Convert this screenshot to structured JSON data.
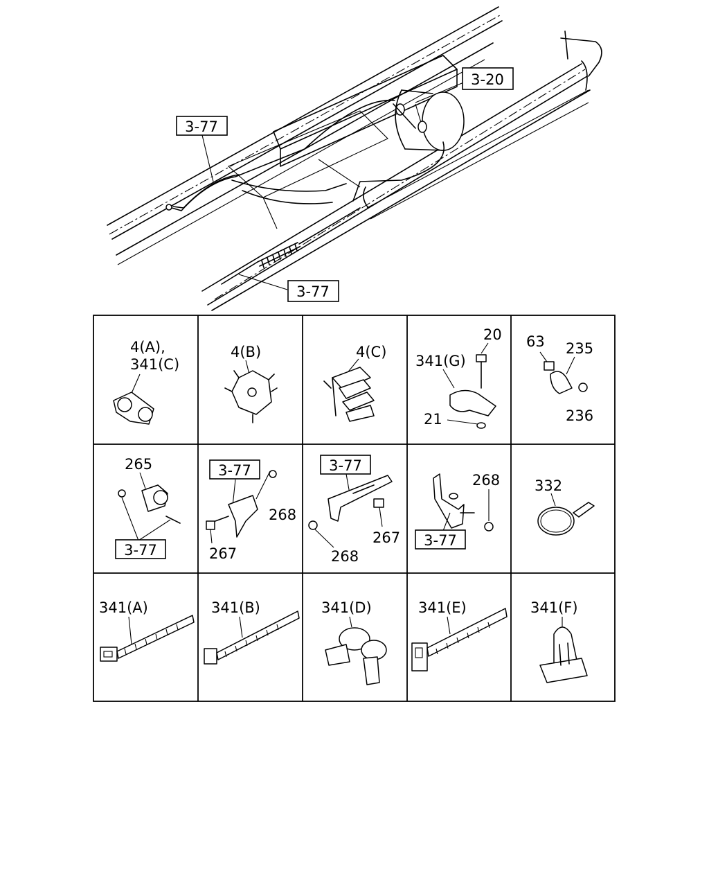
{
  "overview": {
    "callouts": [
      {
        "id": "fuel-tank-ref",
        "text": "3-20"
      },
      {
        "id": "upper-line-ref",
        "text": "3-77"
      },
      {
        "id": "lower-line-ref",
        "text": "3-77"
      }
    ]
  },
  "parts_grid": {
    "rows": 3,
    "cols": 5,
    "cells": [
      {
        "labels": [
          "4(A),",
          "341(C)"
        ]
      },
      {
        "labels": [
          "4(B)"
        ]
      },
      {
        "labels": [
          "4(C)"
        ]
      },
      {
        "labels": [
          "341(G)",
          "20",
          "21"
        ]
      },
      {
        "labels": [
          "63",
          "235",
          "236"
        ]
      },
      {
        "labels": [
          "265",
          "3-77"
        ]
      },
      {
        "labels": [
          "3-77",
          "268",
          "267"
        ]
      },
      {
        "labels": [
          "3-77",
          "267",
          "268"
        ]
      },
      {
        "labels": [
          "268",
          "3-77"
        ]
      },
      {
        "labels": [
          "332"
        ]
      },
      {
        "labels": [
          "341(A)"
        ]
      },
      {
        "labels": [
          "341(B)"
        ]
      },
      {
        "labels": [
          "341(D)"
        ]
      },
      {
        "labels": [
          "341(E)"
        ]
      },
      {
        "labels": [
          "341(F)"
        ]
      }
    ]
  }
}
